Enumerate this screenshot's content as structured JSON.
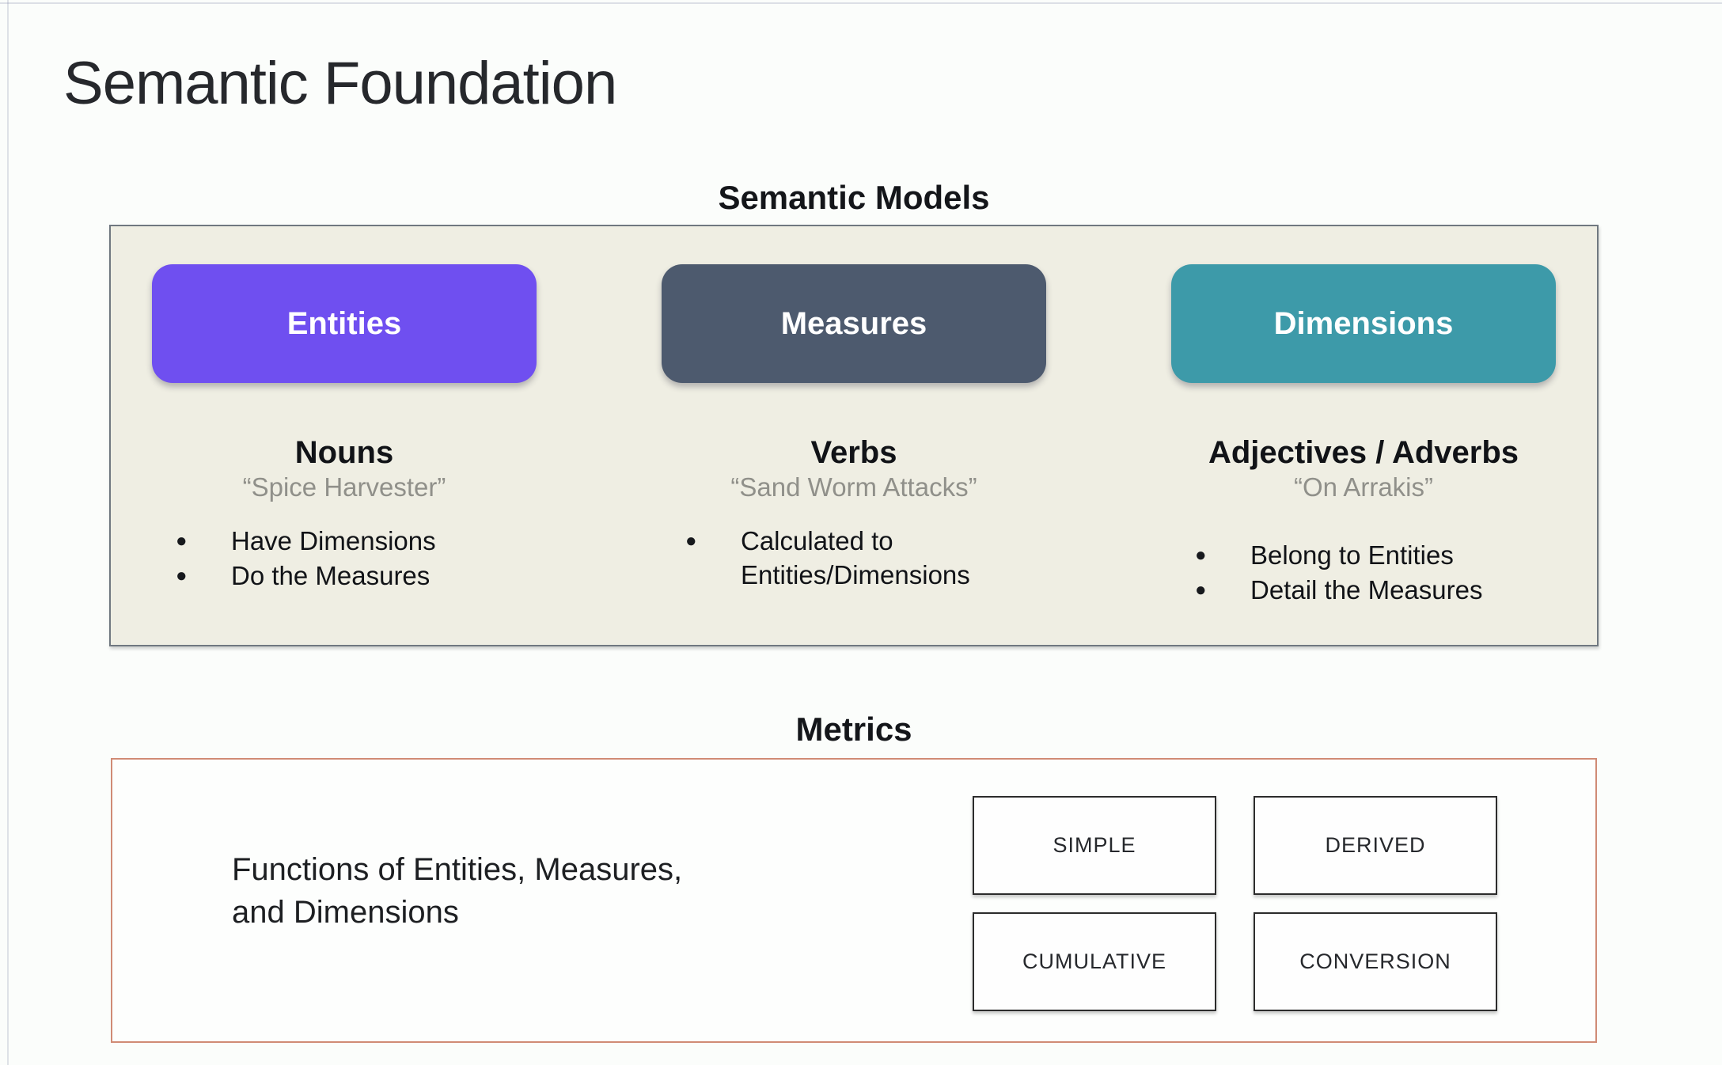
{
  "title": "Semantic Foundation",
  "glyphs": {
    "bullet": "●"
  },
  "colors": {
    "page_bg": "#fbfdfb",
    "panel_bg": "#efeee3",
    "panel_border": "#707880",
    "entities_pill": "#6f4ff0",
    "measures_pill": "#4d5a6e",
    "dimensions_pill": "#3d9aa9",
    "metrics_border": "#d08b75"
  },
  "semantic_models": {
    "heading": "Semantic Models",
    "columns": [
      {
        "pill": "Entities",
        "pill_color": "#6f4ff0",
        "heading": "Nouns",
        "quote": "“Spice Harvester”",
        "bullets": [
          "Have Dimensions",
          "Do the Measures"
        ]
      },
      {
        "pill": "Measures",
        "pill_color": "#4d5a6e",
        "heading": "Verbs",
        "quote": "“Sand Worm Attacks”",
        "bullets": [
          "Calculated to Entities/Dimensions"
        ]
      },
      {
        "pill": "Dimensions",
        "pill_color": "#3d9aa9",
        "heading": "Adjectives / Adverbs",
        "quote": "“On Arrakis”",
        "bullets": [
          "Belong to Entities",
          "Detail the Measures"
        ]
      }
    ]
  },
  "metrics": {
    "heading": "Metrics",
    "description_line1": "Functions of Entities, Measures,",
    "description_line2": "and Dimensions",
    "types": [
      "SIMPLE",
      "DERIVED",
      "CUMULATIVE",
      "CONVERSION"
    ]
  }
}
